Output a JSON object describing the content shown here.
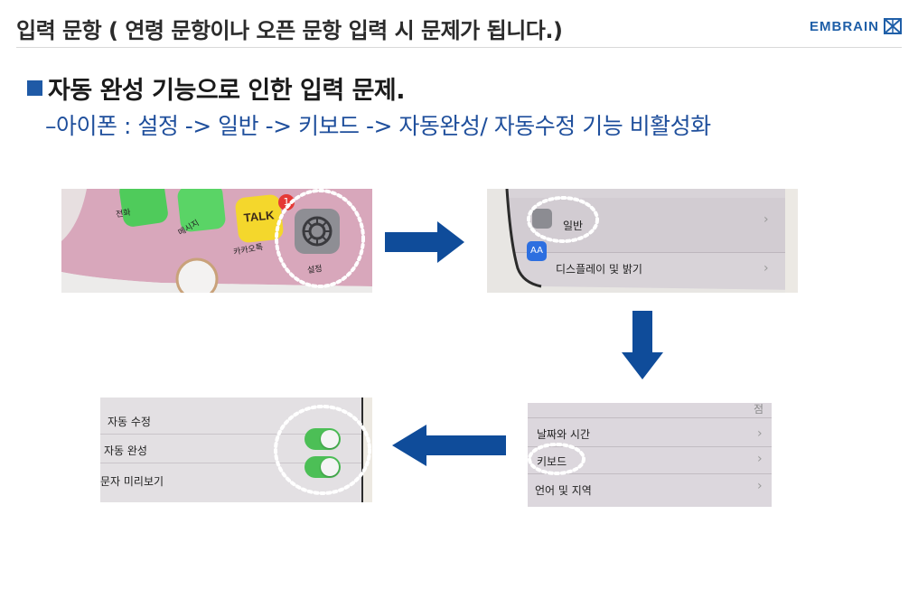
{
  "header": {
    "title": "입력 문항 ( 연령 문항이나 오픈 문항 입력 시 문제가 됩니다.)",
    "brand": "EMBRAIN"
  },
  "content": {
    "bullet": "자동 완성 기능으로 인한 입력 문제.",
    "sub": "–아이폰 : 설정 -> 일반 -> 키보드 -> 자동완성/ 자동수정 기능 비활성화"
  },
  "shot1": {
    "apps": [
      "전화",
      "메시지",
      "카카오톡",
      "설정"
    ],
    "talk": "TALK",
    "badge": "1"
  },
  "shot2": {
    "rows": [
      "일반",
      "디스플레이 및 밝기"
    ],
    "aa": "AA"
  },
  "shot3": {
    "top_fragment": "점",
    "rows": [
      "날짜와 시간",
      "키보드",
      "언어 및 지역"
    ]
  },
  "shot4": {
    "rows": [
      "자동 수정",
      "자동 완성",
      "문자 미리보기"
    ]
  },
  "colors": {
    "accent_blue": "#1f5aa6",
    "arrow_blue": "#0f4c9a",
    "toggle_green": "#4cbf56"
  }
}
